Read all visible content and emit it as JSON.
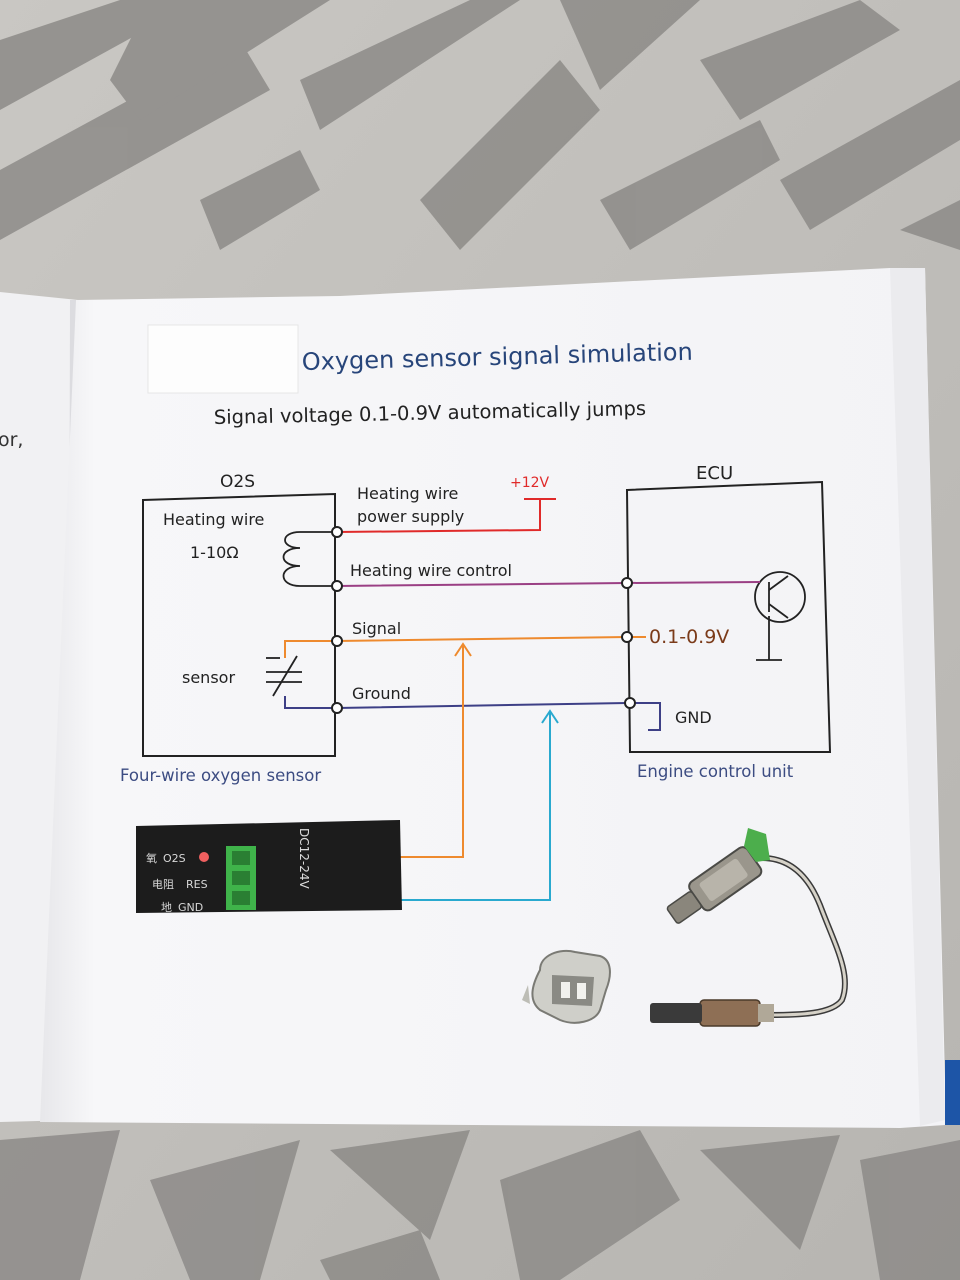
{
  "page": {
    "title": "Oxygen sensor signal simulation",
    "subtitle": "Signal voltage 0.1-0.9V automatically jumps",
    "left_page_fragment": "or,"
  },
  "o2s": {
    "title": "O2S",
    "heating_wire": "Heating wire",
    "resistance": "1-10Ω",
    "sensor": "sensor",
    "caption": "Four-wire oxygen sensor"
  },
  "wires": {
    "power_line1": "Heating wire",
    "power_line2": "power supply",
    "supply_voltage": "+12V",
    "heating_control": "Heating wire control",
    "signal": "Signal",
    "ground": "Ground"
  },
  "ecu": {
    "title": "ECU",
    "signal_range": "0.1-0.9V",
    "gnd": "GND",
    "caption": "Engine control unit"
  },
  "module": {
    "voltage": "DC12-24V",
    "rows": [
      {
        "cn": "氧",
        "label": "O2S"
      },
      {
        "cn": "电阻",
        "label": "RES"
      },
      {
        "cn": "地",
        "label": "GND"
      }
    ]
  },
  "colors": {
    "title_blue": "#27457a",
    "caption_blue": "#3c4c82",
    "red": "#e02a2a",
    "purple": "#9a3f84",
    "orange": "#ee8a2e",
    "navy": "#3d3f86",
    "cyan": "#29a9cf",
    "module_bg": "#1c1c1c",
    "connector_green": "#3fb34a"
  }
}
